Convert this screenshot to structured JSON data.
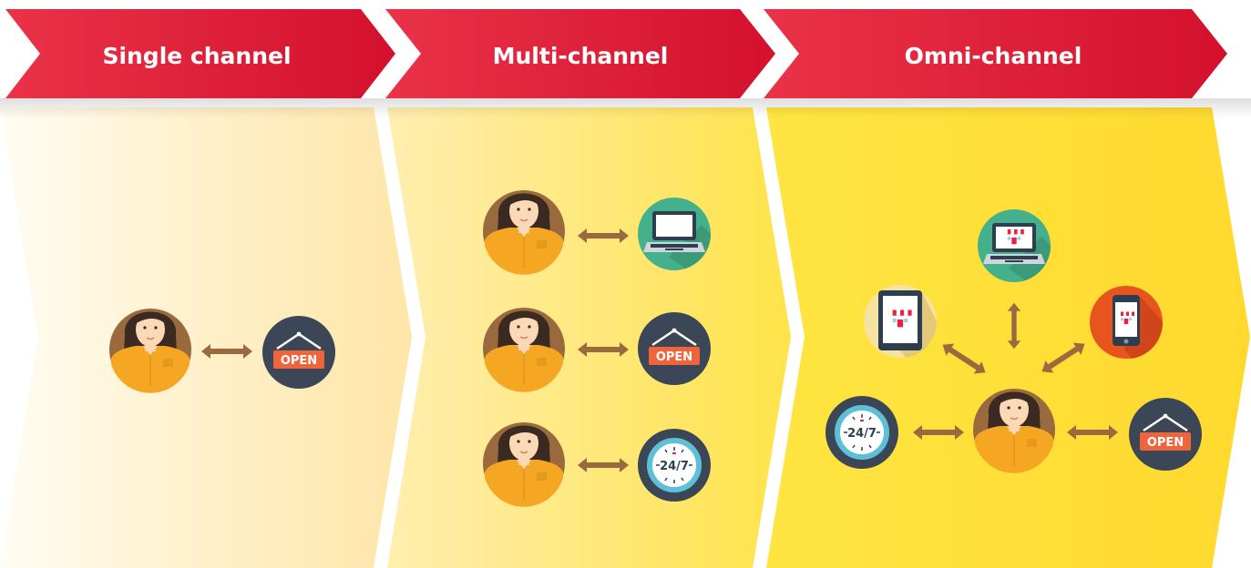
{
  "stages": [
    {
      "title": "Single channel",
      "rows": [
        {
          "channel": "store",
          "label": "OPEN"
        }
      ]
    },
    {
      "title": "Multi-channel",
      "rows": [
        {
          "channel": "laptop",
          "label": ""
        },
        {
          "channel": "store",
          "label": "OPEN"
        },
        {
          "channel": "clock",
          "label": "24/7"
        }
      ]
    },
    {
      "title": "Omni-channel",
      "channels": [
        {
          "channel": "laptop-shop",
          "label": ""
        },
        {
          "channel": "tablet-shop",
          "label": ""
        },
        {
          "channel": "phone-shop",
          "label": ""
        },
        {
          "channel": "clock",
          "label": "24/7"
        },
        {
          "channel": "store",
          "label": "OPEN"
        }
      ]
    }
  ],
  "colors": {
    "banner_red": "#e8233b",
    "banner_dark_red": "#c9102a",
    "arrow_brown": "#9a6a3e",
    "shirt_orange": "#f5a623",
    "skin": "#fcd9b6",
    "hair": "#3a2a22",
    "person_bg": "#9a6a3e",
    "store_bg": "#3b4656",
    "open_sign": "#f0643c",
    "laptop_bg": "#45b08c",
    "phone_bg": "#e8541e",
    "tablet_bg": "#f7e3a0"
  },
  "icons": [
    "customer-avatar",
    "open-sign-icon",
    "laptop-icon",
    "clock-24-7-icon",
    "tablet-shop-icon",
    "phone-shop-icon",
    "laptop-shop-icon",
    "double-arrow-icon"
  ]
}
